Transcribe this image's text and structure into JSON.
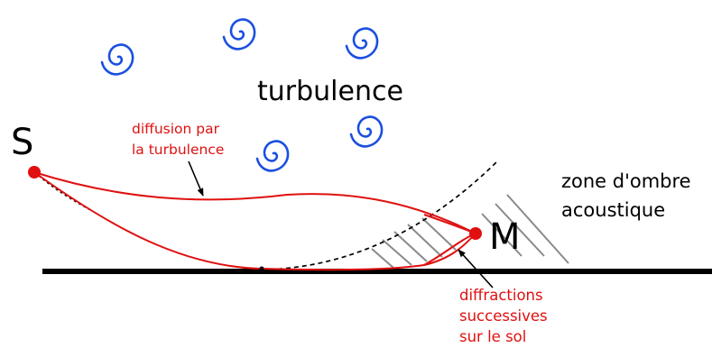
{
  "labels": {
    "source": "S",
    "receiver": "M",
    "turbulence": "turbulence",
    "shadow_zone": [
      "zone d'ombre",
      "acoustique"
    ],
    "scattering_note": [
      "diffusion par",
      "la turbulence"
    ],
    "diffraction_note": [
      "diffractions",
      "successives",
      "sur le sol"
    ]
  },
  "icons": {
    "eddy": "spiral-vortex-icon",
    "source_marker": "filled-dot-icon",
    "receiver_marker": "filled-dot-icon"
  },
  "colors": {
    "rays": "#e01010",
    "eddies": "#1a4fe0",
    "ground": "#000000",
    "hatching": "#8a8a8a",
    "text": "#000000",
    "notes": "#e01010"
  }
}
